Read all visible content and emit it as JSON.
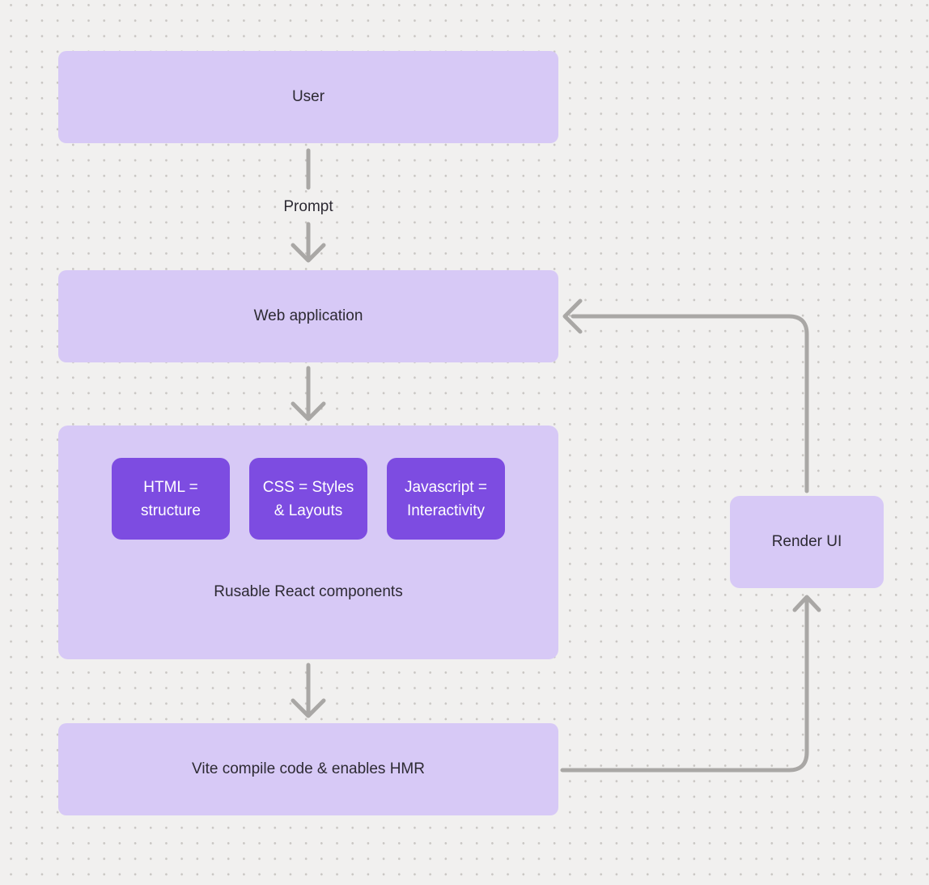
{
  "diagram_title": "",
  "colors": {
    "bg": "#f1f0ef",
    "dot": "#c9c6c3",
    "box_light": "#d7c9f6",
    "box_dark": "#7d4ce1",
    "arrow": "#a9a7a5",
    "text_dark": "#2d2a33",
    "text_light": "#ffffff"
  },
  "nodes": {
    "user": {
      "label": "User"
    },
    "web_application": {
      "label": "Web application"
    },
    "components_group": {
      "label": "Rusable React components",
      "children": [
        {
          "label": "HTML =\nstructure"
        },
        {
          "label": "CSS = Styles\n& Layouts"
        },
        {
          "label": "Javascript =\nInteractivity"
        }
      ]
    },
    "vite": {
      "label": "Vite compile code & enables HMR"
    },
    "render_ui": {
      "label": "Render UI"
    }
  },
  "edges": [
    {
      "from": "User",
      "to": "Web application",
      "label": "Prompt"
    },
    {
      "from": "Web application",
      "to": "Rusable React components",
      "label": ""
    },
    {
      "from": "Rusable React components",
      "to": "Vite compile code & enables HMR",
      "label": ""
    },
    {
      "from": "Vite compile code & enables HMR",
      "to": "Render UI",
      "label": ""
    },
    {
      "from": "Render UI",
      "to": "Web application",
      "label": ""
    }
  ]
}
